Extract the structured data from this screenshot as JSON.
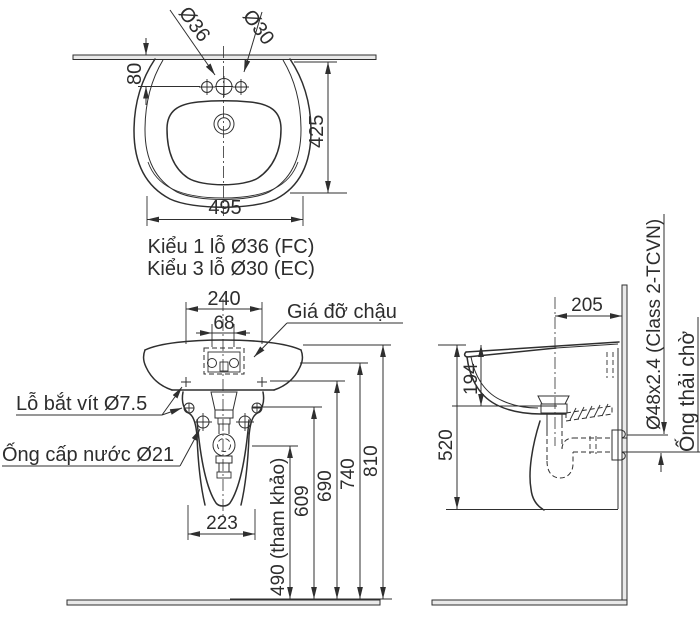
{
  "drawing": {
    "colors": {
      "line": "#2f2f2f",
      "background": "#ffffff"
    },
    "top_view": {
      "hole_label_center": "Ø36",
      "hole_label_side": "Ø30",
      "dim_wall_to_holes": "80",
      "dim_depth": "425",
      "dim_width": "495",
      "caption_line1": "Kiểu 1 lỗ Ø36 (FC)",
      "caption_line2": "Kiểu 3 lỗ Ø30 (EC)"
    },
    "front_view": {
      "dim_bolt_spacing": "240",
      "dim_bracket_holes": "68",
      "label_bracket": "Giá đỡ chậu",
      "label_screw_hole": "Lỗ bắt vít Ø7.5",
      "label_supply_pipe": "Ống cấp nước Ø21",
      "dim_pedestal_width": "223",
      "dim_h_490": "490 (tham khảo)",
      "dim_h_609": "609",
      "dim_h_690": "690",
      "dim_h_740": "740",
      "dim_h_810": "810"
    },
    "side_view": {
      "dim_wall_to_drain": "205",
      "dim_rim_to_bottom": "194",
      "dim_height": "520",
      "label_drain_spec": "Ø48x2.4 (Class 2-TCVN)",
      "label_waste_pipe": "Ống thải chờ"
    }
  }
}
